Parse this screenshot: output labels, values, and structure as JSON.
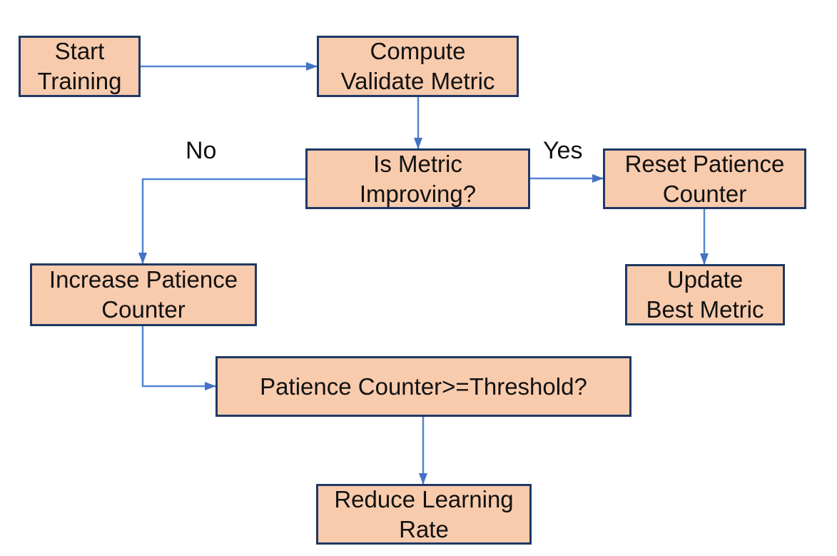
{
  "diagram": {
    "type": "flowchart",
    "nodes": [
      {
        "id": "start",
        "label": "Start\nTraining"
      },
      {
        "id": "compute",
        "label": "Compute\nValidate Metric"
      },
      {
        "id": "decision",
        "label": "Is Metric\nImproving?"
      },
      {
        "id": "reset",
        "label": "Reset Patience\nCounter"
      },
      {
        "id": "update",
        "label": "Update\nBest Metric"
      },
      {
        "id": "increase",
        "label": "Increase Patience\nCounter"
      },
      {
        "id": "threshold",
        "label": "Patience Counter>=Threshold?"
      },
      {
        "id": "reduce",
        "label": "Reduce Learning\nRate"
      }
    ],
    "edges": [
      {
        "from": "start",
        "to": "compute",
        "label": ""
      },
      {
        "from": "compute",
        "to": "decision",
        "label": ""
      },
      {
        "from": "decision",
        "to": "increase",
        "label": "No"
      },
      {
        "from": "decision",
        "to": "reset",
        "label": "Yes"
      },
      {
        "from": "reset",
        "to": "update",
        "label": ""
      },
      {
        "from": "increase",
        "to": "threshold",
        "label": ""
      },
      {
        "from": "threshold",
        "to": "reduce",
        "label": ""
      }
    ],
    "edge_labels": {
      "no": "No",
      "yes": "Yes"
    },
    "colors": {
      "node_fill": "#F8CBAD",
      "node_border": "#1F3864",
      "arrow_line": "#5585D0",
      "arrow_head": "#4472C4",
      "text": "#111111",
      "background": "#FFFFFF"
    }
  }
}
